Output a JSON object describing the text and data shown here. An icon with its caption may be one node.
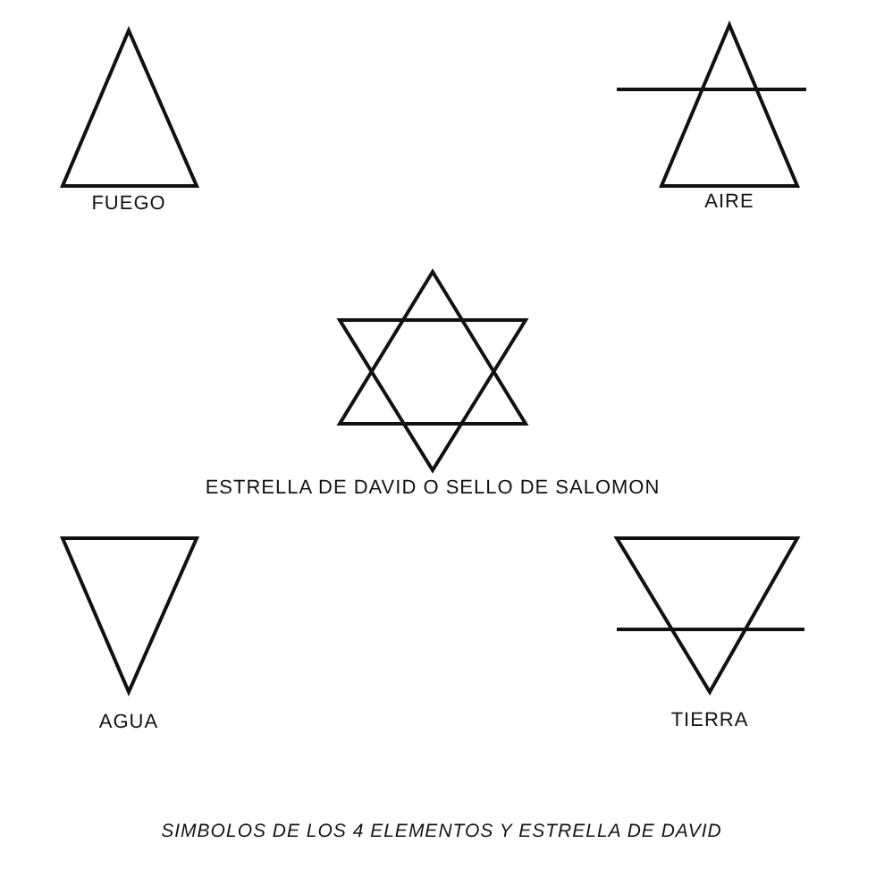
{
  "diagram": {
    "caption": "SIMBOLOS DE LOS 4 ELEMENTOS Y ESTRELLA DE DAVID",
    "labels": [
      "FUEGO",
      "AIRE",
      "ESTRELLA DE DAVID O SELLO DE SALOMON",
      "AGUA",
      "TIERRA"
    ]
  }
}
